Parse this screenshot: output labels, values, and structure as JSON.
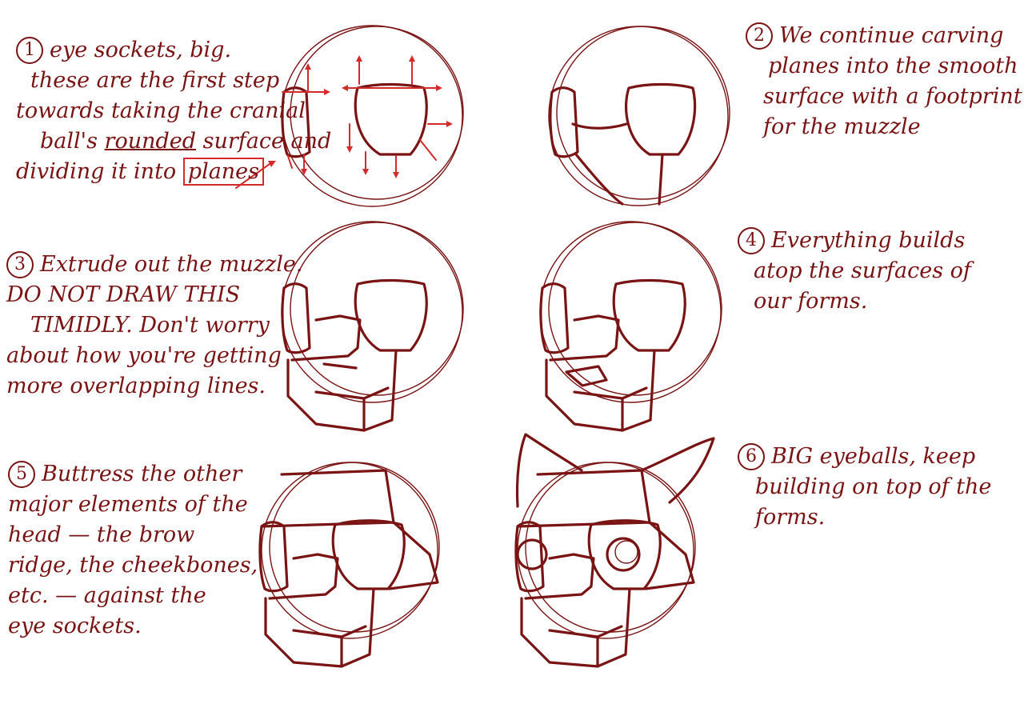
{
  "accent_color": "#7a1414",
  "arrow_color": "#d42a2a",
  "steps": [
    {
      "number": "1",
      "lines": [
        "eye sockets, big.",
        "these are the first step",
        "towards taking the cranial"
      ],
      "line4_pre": "ball's",
      "line4_underlined": "rounded",
      "line4_post": "surface and",
      "line5_pre": "dividing it into",
      "line5_boxed": "planes"
    },
    {
      "number": "2",
      "lines": [
        "We continue carving",
        "planes into the smooth",
        "surface with a footprint",
        "for the muzzle"
      ]
    },
    {
      "number": "3",
      "lines": [
        "Extrude out the muzzle.",
        "DO NOT DRAW THIS",
        "TIMIDLY. Don't worry",
        "about how you're getting",
        "more overlapping lines."
      ]
    },
    {
      "number": "4",
      "lines": [
        "Everything builds",
        "atop the surfaces of",
        "our forms."
      ]
    },
    {
      "number": "5",
      "lines": [
        "Buttress the other",
        "major elements of the",
        "head — the brow",
        "ridge, the cheekbones,",
        "etc. — against the",
        "eye sockets."
      ]
    },
    {
      "number": "6",
      "lines": [
        "BIG eyeballs, keep",
        "building on top of the",
        "forms."
      ]
    }
  ]
}
